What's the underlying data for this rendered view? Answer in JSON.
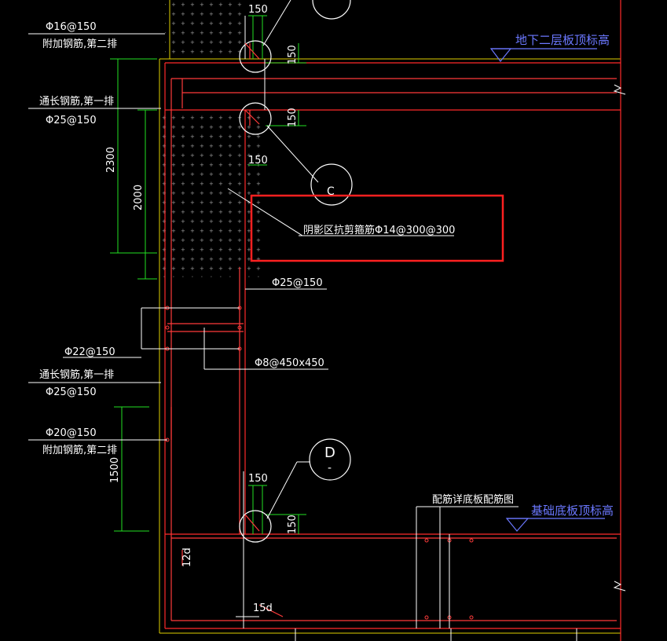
{
  "drawing": {
    "bg_color": "#000000",
    "colors": {
      "concrete_edge": "#ff2a2a",
      "rebar": "#ff3b3b",
      "dimension": "#22e022",
      "leader": "#ffffff",
      "elevation": "#6b78ff",
      "boundary": "#e0d000",
      "highlight": "#ff2020",
      "hatch": "#bfbfbf"
    },
    "labels": {
      "top_phi16": "Φ16@150",
      "top_add_2nd": "附加钢筋,第二排",
      "through_1st_a": "通长钢筋,第一排",
      "through_phi25_a": "Φ25@150",
      "dim_2300": "2300",
      "dim_2000": "2000",
      "dim_150_a": "150",
      "dim_150_b": "150",
      "dim_150_c": "150",
      "dim_150_d": "150",
      "dim_150_e": "150",
      "dim_150_f": "150",
      "shear_note": "阴影区抗剪箍筋Φ14@300@300",
      "phi25_mid": "Φ25@150",
      "phi22": "Φ22@150",
      "phi8": "Φ8@450x450",
      "through_1st_b": "通长钢筋,第一排",
      "through_phi25_b": "Φ25@150",
      "phi20": "Φ20@150",
      "add_2nd_b": "附加钢筋,第二排",
      "dim_1500": "1500",
      "dim_12d": "12d",
      "dim_15d": "15d",
      "slab_note": "配筋详底板配筋图",
      "elev_top": "地下二层板顶标高",
      "elev_base": "基础底板顶标高",
      "callout_c": "C",
      "callout_d": "D",
      "callout_d_sub": "-"
    }
  }
}
